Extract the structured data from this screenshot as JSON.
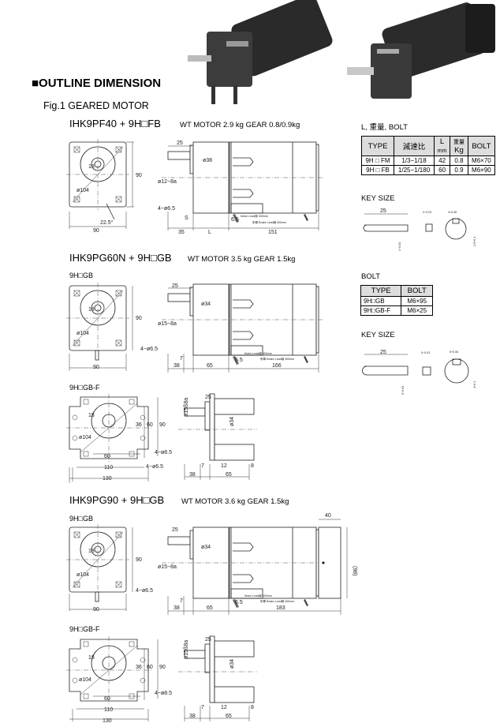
{
  "header": {
    "title": "■OUTLINE DIMENSION",
    "fig": "Fig.1 GEARED MOTOR"
  },
  "s1": {
    "model": "IHK9PF40 + 9H□FB",
    "weight": "WT MOTOR 2.9 kg GEAR 0.8/0.9kg",
    "dims": {
      "w": "90",
      "h": "90",
      "pcd": "ø104",
      "off": "18",
      "holes": "4−ø6.5",
      "angle": "22.5°",
      "key": "25",
      "boss": "ø38",
      "shaft": "ø12−8a",
      "s": "S",
      "gap": "6.5",
      "d35": "35",
      "L": "L",
      "len": "151"
    },
    "motor_lead": "Motor Lead線 300mm",
    "brake_lead": "剎車 Brake Lead線 300mm"
  },
  "table1": {
    "caption": "L, 重量, BOLT",
    "headers": [
      "TYPE",
      "減速比",
      "L",
      "mm",
      "重量",
      "Kg",
      "BOLT"
    ],
    "rows": [
      [
        "9H □ FM",
        "1/3−1/18",
        "42",
        "0.8",
        "M6×70"
      ],
      [
        "9H □ FB",
        "1/25−1/180",
        "60",
        "0.9",
        "M6×90"
      ]
    ]
  },
  "key1": {
    "title": "KEY SIZE",
    "len": "25",
    "w": "4−0.03",
    "t": "4−0.03",
    "slot": "4+0.06",
    "depth": "2.5+0.1"
  },
  "s2": {
    "model": "IHK9PG60N + 9H□GB",
    "weight": "WT MOTOR 3.5 kg GEAR 1.5kg",
    "type": "9H□GB",
    "dims": {
      "w": "90",
      "h": "90",
      "pcd": "ø104",
      "off": "18",
      "holes": "4−ø6.5",
      "key": "25",
      "boss": "ø34",
      "shaft": "ø15−8a",
      "d7": "7",
      "gap": "6.5",
      "d38": "38",
      "d65": "65",
      "len": "166"
    },
    "motor_lead": "Motor Lead線 300mm",
    "brake_lead": "剎車 Brake Lead線 300mm"
  },
  "table2": {
    "caption": "BOLT",
    "headers": [
      "TYPE",
      "BOLT"
    ],
    "rows": [
      [
        "9H□GB",
        "M6×95"
      ],
      [
        "9H□GB-F",
        "M6×25"
      ]
    ]
  },
  "key2": {
    "title": "KEY SIZE",
    "len": "25",
    "w": "5−0.03",
    "t": "5−0.03",
    "slot": "5+0.06",
    "depth": "3+0.1"
  },
  "s3": {
    "type": "9H□GB-F",
    "dims": {
      "pcd": "ø104",
      "off": "18",
      "d36": "36",
      "d60v": "60",
      "h": "90",
      "d60": "60",
      "d110": "110",
      "d130": "130",
      "holes1": "4−ø8.5",
      "holes2": "4−ø6.5",
      "key": "25",
      "shaft": "ø15ß8a",
      "boss": "ø34",
      "d7": "7",
      "d12": "12",
      "d38": "38",
      "d65": "65",
      "d8": "8"
    }
  },
  "s4": {
    "model": "IHK9PG90 + 9H□GB",
    "weight": "WT MOTOR 3.6 kg GEAR 1.5kg",
    "type": "9H□GB",
    "dims": {
      "w": "90",
      "h": "90",
      "pcd": "ø104",
      "off": "18",
      "holes": "4−ø6.5",
      "key": "25",
      "boss": "ø34",
      "shaft": "ø15−8a",
      "d7": "7",
      "gap": "6.5",
      "d38": "38",
      "d65": "65",
      "len": "183",
      "d40": "40",
      "d98": "(98)"
    },
    "motor_lead": "Motor Lead線 300mm",
    "brake_lead": "剎車 Brake Lead線 300mm"
  },
  "s5": {
    "type": "9H□GB-F",
    "dims": {
      "pcd": "ø104",
      "off": "18",
      "d36": "36",
      "d60v": "60",
      "h": "90",
      "d60": "60",
      "d110": "110",
      "d130": "130",
      "holes": "4−ø8.5",
      "key": "25",
      "shaft": "ø15ß8a",
      "boss": "ø34",
      "d7": "7",
      "d12": "12",
      "d38": "38",
      "d65": "65",
      "d8": "8"
    }
  }
}
